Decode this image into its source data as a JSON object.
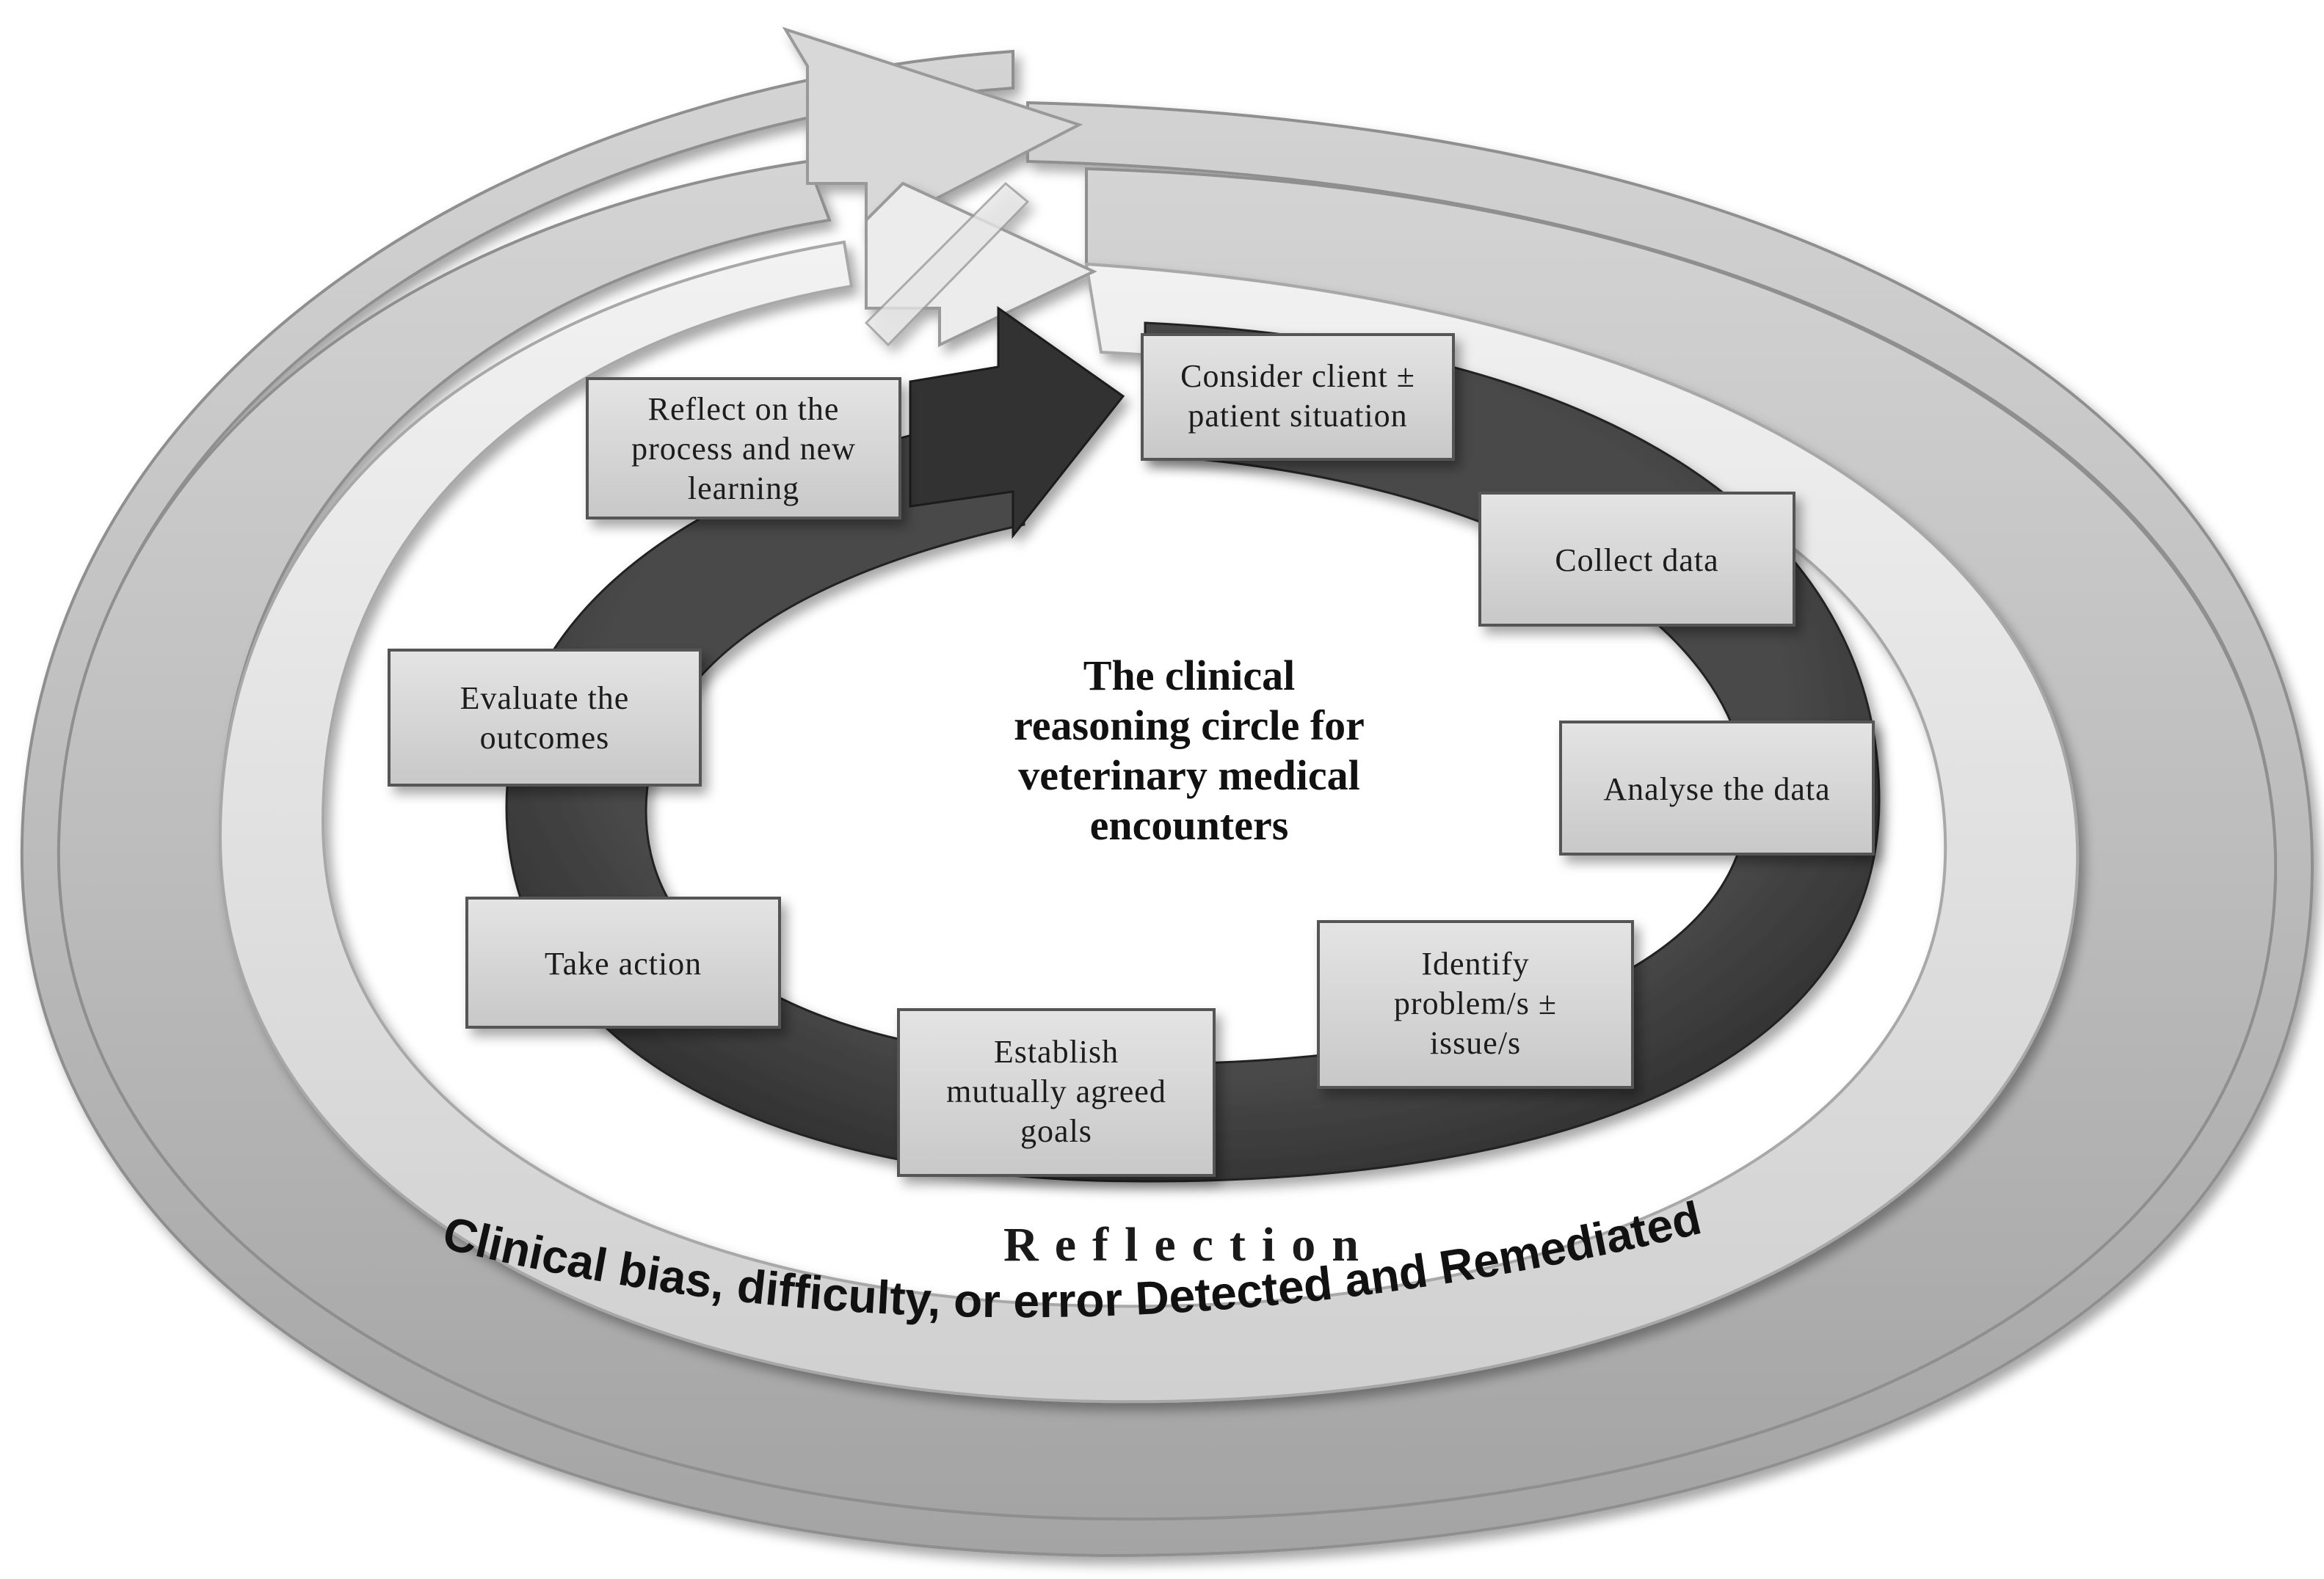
{
  "center_title": {
    "lines": [
      "The clinical",
      "reasoning circle for",
      "veterinary medical",
      "encounters"
    ]
  },
  "steps": [
    {
      "lines": [
        "Consider client ±",
        "patient situation"
      ]
    },
    {
      "lines": [
        "Collect data"
      ]
    },
    {
      "lines": [
        "Analyse the data"
      ]
    },
    {
      "lines": [
        "Identify",
        "problem/s ±",
        "issue/s"
      ]
    },
    {
      "lines": [
        "Establish",
        "mutually agreed",
        "goals"
      ]
    },
    {
      "lines": [
        "Take action"
      ]
    },
    {
      "lines": [
        "Evaluate the",
        "outcomes"
      ]
    },
    {
      "lines": [
        "Reflect on the",
        "process and new",
        "learning"
      ]
    }
  ],
  "reflection_label": "Reflection",
  "outer_label": "Clinical bias, difficulty, or error Detected and Remediated",
  "colors": {
    "inner_arrow": "#3a3a3a",
    "middle_ring": "#e2e2e2",
    "outer_ring": "#b8b8b8",
    "box_fill": "#d6d6d6",
    "box_border": "#555555"
  }
}
